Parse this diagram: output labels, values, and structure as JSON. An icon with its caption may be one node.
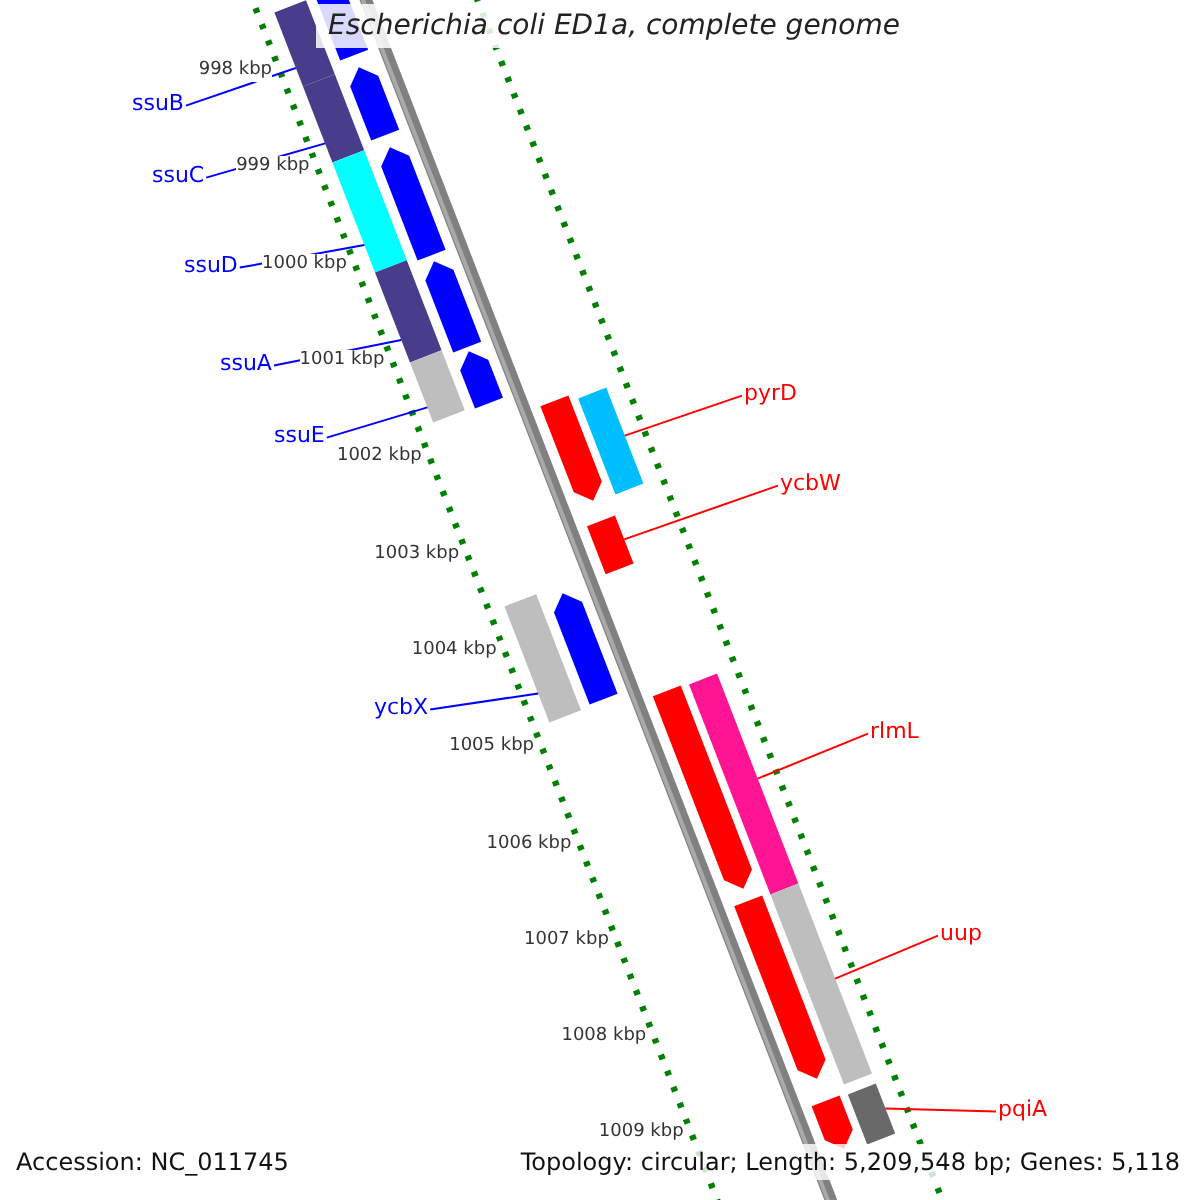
{
  "diagram": {
    "title": "Escherichia coli ED1a, complete genome",
    "nodes": [
      {
        "text": [
          "ssuB"
        ]
      },
      {
        "text": [],
        "shape": "bar"
      },
      {
        "text": [
          "ssuC"
        ]
      },
      {
        "text": [],
        "shape": "bar"
      },
      {
        "text": [
          "ssuD"
        ]
      },
      {
        "text": [],
        "shape": "bar"
      },
      {
        "text": [
          "ssuA"
        ]
      },
      {
        "text": [],
        "shape": "bar"
      },
      {
        "text": [
          "ssuE"
        ]
      },
      {
        "text": [],
        "shape": "bar"
      },
      {
        "text": [
          "pyrD"
        ]
      },
      {
        "text": [],
        "shape": "bar"
      },
      {
        "text": [
          "ycbW"
        ]
      },
      {
        "text": [],
        "shape": "bar"
      },
      {
        "text": [
          "ycbX"
        ]
      },
      {
        "text": [],
        "shape": "bar"
      },
      {
        "text": [
          "rlmL"
        ]
      },
      {
        "text": [],
        "shape": "bar"
      },
      {
        "text": [
          "uup"
        ]
      },
      {
        "text": [],
        "shape": "bar"
      },
      {
        "text": [
          "pqiA"
        ]
      },
      {
        "text": [],
        "shape": "bar"
      },
      {
        "text": [],
        "shape": "arrow"
      },
      {
        "text": [],
        "shape": "arrow"
      },
      {
        "text": [],
        "shape": "arrow"
      },
      {
        "text": [],
        "shape": "arrow"
      },
      {
        "text": [],
        "shape": "arrow"
      },
      {
        "text": [],
        "shape": "arrow"
      },
      {
        "text": [],
        "shape": "arrow"
      },
      {
        "text": [],
        "shape": "arrow"
      },
      {
        "text": [],
        "shape": "arrow"
      },
      {
        "text": [],
        "shape": "arrow"
      }
    ],
    "edges": [
      {
        "from": 0,
        "to": 1,
        "arrow": "none"
      },
      {
        "from": 2,
        "to": 3,
        "arrow": "none"
      },
      {
        "from": 4,
        "to": 5,
        "arrow": "none"
      },
      {
        "from": 6,
        "to": 7,
        "arrow": "none"
      },
      {
        "from": 8,
        "to": 9,
        "arrow": "none"
      },
      {
        "from": 10,
        "to": 11,
        "arrow": "none",
        "color": "#ff0000"
      },
      {
        "from": 12,
        "to": 13,
        "arrow": "none",
        "color": "#ff0000"
      },
      {
        "from": 14,
        "to": 15,
        "arrow": "none"
      },
      {
        "from": 16,
        "to": 17,
        "arrow": "none",
        "color": "#ff0000"
      },
      {
        "from": 18,
        "to": 19,
        "arrow": "none",
        "color": "#ff0000"
      },
      {
        "from": 20,
        "to": 21,
        "arrow": "none",
        "color": "#ff0000"
      }
    ],
    "labels": [
      "998 kbp",
      "999 kbp",
      "1000 kbp",
      "1001 kbp",
      "1002 kbp",
      "1003 kbp",
      "1004 kbp",
      "1005 kbp",
      "1006 kbp",
      "1007 kbp",
      "1008 kbp",
      "1009 kbp",
      "Accession: NC_011745",
      "Topology: circular; Length: 5,209,548 bp; Genes: 5,118"
    ]
  }
}
